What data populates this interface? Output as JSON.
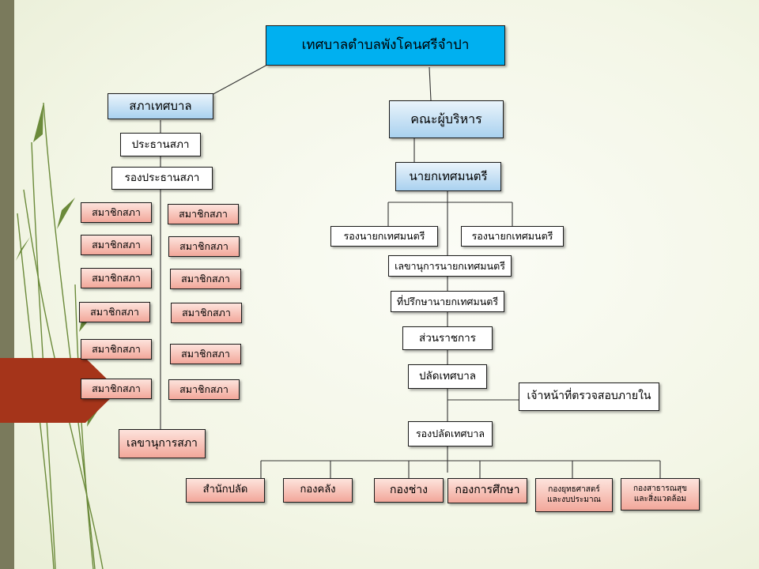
{
  "org": {
    "top": "เทศบาลตำบลพังโคนศรีจำปา",
    "council": "สภาเทศบาล",
    "council_president": "ประธานสภา",
    "council_vice_president": "รองประธานสภา",
    "council_member": "สมาชิกสภา",
    "council_secretary": "เลขานุการสภา",
    "executive": "คณะผู้บริหาร",
    "mayor": "นายกเทศมนตรี",
    "vice_mayor_1": "รองนายกเทศมนตรี",
    "vice_mayor_2": "รองนายกเทศมนตรี",
    "mayor_secretary": "เลขานุการนายกเทศมนตรี",
    "mayor_advisor": "ที่ปรึกษานายกเทศมนตรี",
    "government_section": "ส่วนราชการ",
    "municipal_clerk": "ปลัดเทศบาล",
    "internal_auditor": "เจ้าหน้าที่ตรวจสอบภายใน",
    "deputy_clerk": "รองปลัดเทศบาล",
    "divisions": {
      "clerk_office": "สำนักปลัด",
      "finance": "กองคลัง",
      "engineering": "กองช่าง",
      "education": "กองการศึกษา",
      "strategy_line1": "กองยุทธศาสตร์",
      "strategy_line2": "และงบประมาณ",
      "health_line1": "กองสาธารณสุข",
      "health_line2": "และสิ่งแวดล้อม"
    }
  },
  "colors": {
    "top_box": "#00b0f0",
    "blue_box_light": "#eaf4fb",
    "blue_box_dark": "#a9d1ef",
    "member_box": "#f2a79a",
    "red_tab": "#a5341a",
    "left_bar": "#7a7a5c"
  }
}
